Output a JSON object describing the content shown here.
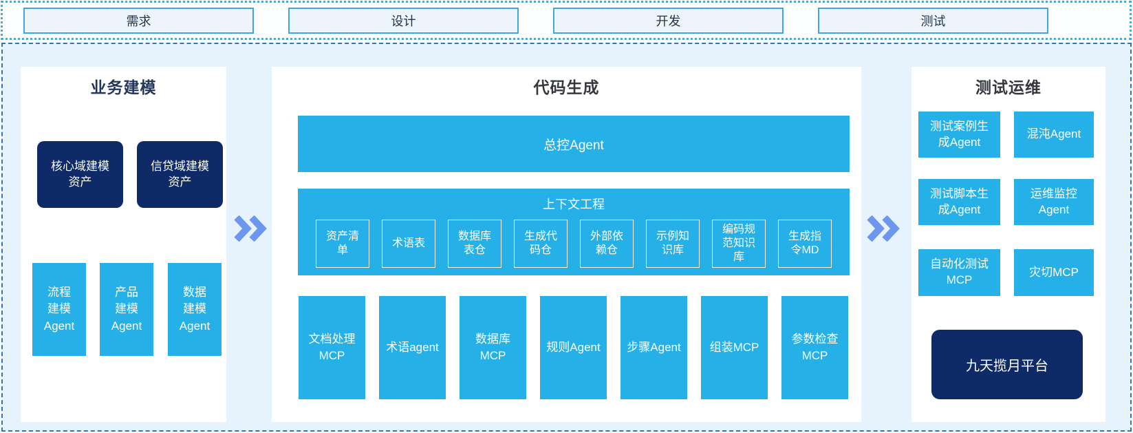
{
  "phases": [
    "需求",
    "设计",
    "开发",
    "测试"
  ],
  "icons": {
    "flow_arrow": "double-chevron-right"
  },
  "business_modeling": {
    "title": "业务建模",
    "assets": [
      "核心域建模资产",
      "信贷域建模资产"
    ],
    "agents": [
      "流程建模Agent",
      "产品建模Agent",
      "数据建模Agent"
    ]
  },
  "code_generation": {
    "title": "代码生成",
    "master_agent": "总控Agent",
    "context_engineering": {
      "title": "上下文工程",
      "stores": [
        "资产清单",
        "术语表",
        "数据库表仓",
        "生成代码仓",
        "外部依赖仓",
        "示例知识库",
        "编码规范知识库",
        "生成指令MD"
      ]
    },
    "workers": [
      "文档处理MCP",
      "术语agent",
      "数据库MCP",
      "规则Agent",
      "步骤Agent",
      "组装MCP",
      "参数检查MCP"
    ]
  },
  "test_ops": {
    "title": "测试运维",
    "agents": [
      "测试案例生成Agent",
      "混沌Agent",
      "测试脚本生成Agent",
      "运维监控Agent",
      "自动化测试MCP",
      "灾切MCP"
    ],
    "platform": "九天揽月平台"
  },
  "colors": {
    "cyan": "#25b1e8",
    "navy": "#0e2b68",
    "arrow_blue": "#6d96ef",
    "panel_bg": "#ffffff",
    "container_bg": "#e6f3fc",
    "dashed_border": "#2e75b6",
    "dotted_border": "#2bb6e9",
    "phase_box_bg": "#eef4fb",
    "phase_box_border": "#41a7da"
  }
}
